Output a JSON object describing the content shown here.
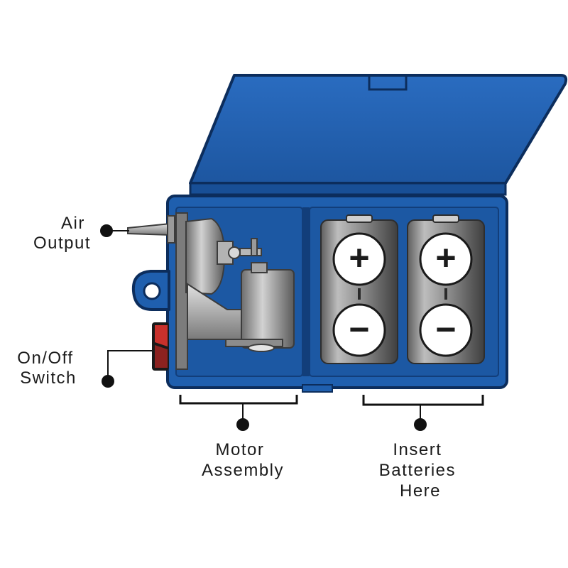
{
  "labels": {
    "air_output": [
      "Air",
      "Output"
    ],
    "on_off_switch": [
      "On/Off",
      "Switch"
    ],
    "motor_assembly": [
      "Motor",
      "Assembly"
    ],
    "insert_batteries": [
      "Insert",
      "Batteries",
      "Here"
    ]
  },
  "battery_symbols": {
    "positive": "+",
    "negative": "−"
  },
  "colors": {
    "case_blue": "#1f5fae",
    "case_dark": "#123e7a",
    "case_edge": "#0c2d5c",
    "switch_red": "#c8312c",
    "label_text": "#1b1b1b"
  },
  "icons": {
    "battery": "battery-cell-icon",
    "positive": "plus-icon",
    "negative": "minus-icon",
    "pointer": "callout-dot-icon"
  }
}
